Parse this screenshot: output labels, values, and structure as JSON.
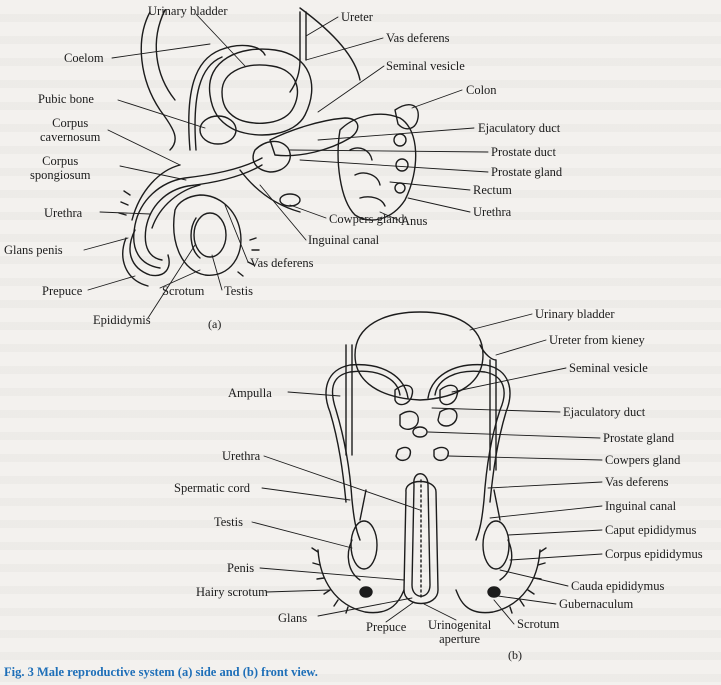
{
  "figure_a": {
    "subtitle": "(a)",
    "labels": {
      "urinary_bladder": "Urinary bladder",
      "ureter": "Ureter",
      "vas_deferens_top": "Vas deferens",
      "seminal_vesicle": "Seminal vesicle",
      "coelom": "Coelom",
      "colon": "Colon",
      "pubic_bone": "Pubic bone",
      "ejaculatory_duct": "Ejaculatory duct",
      "corpus_cavernosum": "Corpus\ncavernosum",
      "prostate_duct": "Prostate duct",
      "corpus_spongiosum": "Corpus\nspongiosum",
      "prostate_gland": "Prostate gland",
      "rectum": "Rectum",
      "urethra_left": "Urethra",
      "urethra_right": "Urethra",
      "cowpers_gland": "Cowpers gland",
      "anus": "Anus",
      "glans_penis": "Glans penis",
      "inguinal_canal": "Inguinal canal",
      "vas_deferens_bottom": "Vas deferens",
      "prepuce": "Prepuce",
      "scrotum": "Scrotum",
      "testis": "Testis",
      "epididymis": "Epididymis"
    }
  },
  "figure_b": {
    "subtitle": "(b)",
    "labels": {
      "urinary_bladder": "Urinary bladder",
      "ureter_from_kidney": "Ureter from kieney",
      "seminal_vesicle": "Seminal vesicle",
      "ampulla": "Ampulla",
      "ejaculatory_duct": "Ejaculatory duct",
      "prostate_gland": "Prostate gland",
      "urethra": "Urethra",
      "cowpers_gland": "Cowpers gland",
      "spermatic_cord": "Spermatic cord",
      "vas_deferens": "Vas deferens",
      "inguinal_canal": "Inguinal canal",
      "testis": "Testis",
      "caput_epididymus": "Caput epididymus",
      "corpus_epididymus": "Corpus epididymus",
      "penis": "Penis",
      "cauda_epididymus": "Cauda epididymus",
      "hairy_scrotum": "Hairy scrotum",
      "gubernaculum": "Gubernaculum",
      "glans": "Glans",
      "scrotum": "Scrotum",
      "prepuce": "Prepuce",
      "urinogenital_aperture": "Urinogenital\naperture"
    }
  },
  "caption": "Fig. 3 Male reproductive system (a) side and (b) front view.",
  "colors": {
    "caption": "#1e6fb8",
    "ink": "#1c1c1c",
    "paper": "#f3f1ee"
  }
}
